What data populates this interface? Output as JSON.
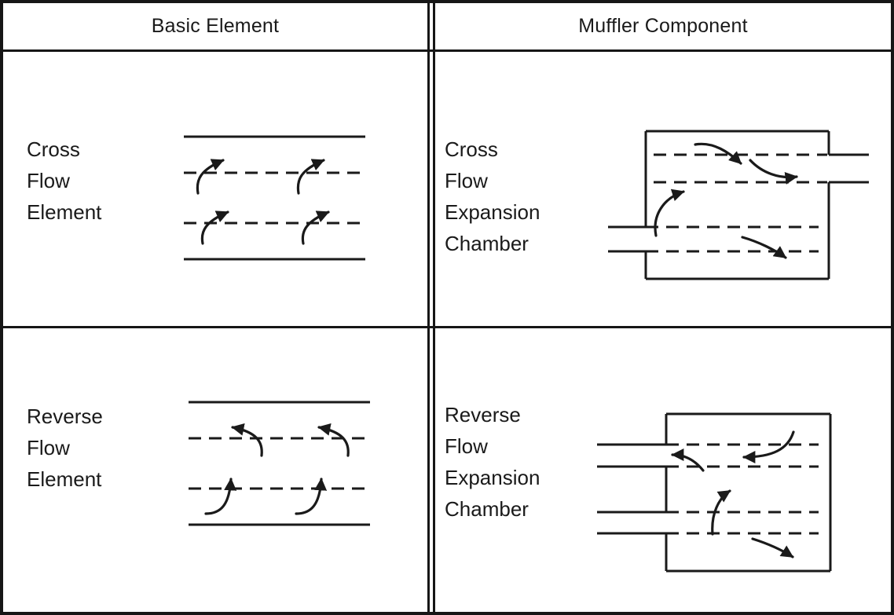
{
  "figure": {
    "headers": {
      "left": "Basic Element",
      "right": "Muffler Component"
    },
    "cells": {
      "basic_cross": {
        "lines": [
          "Cross",
          "Flow",
          "Element"
        ]
      },
      "muffler_cross": {
        "lines": [
          "Cross",
          "Flow",
          "Expansion",
          "Chamber"
        ]
      },
      "basic_reverse": {
        "lines": [
          "Reverse",
          "Flow",
          "Element"
        ]
      },
      "muffler_reverse": {
        "lines": [
          "Reverse",
          "Flow",
          "Expansion",
          "Chamber"
        ]
      }
    },
    "colors": {
      "ink": "#1a1a1a",
      "background": "#ffffff"
    },
    "icons": {
      "flow_arrow": "curved-flow-arrow",
      "perforated_tube_wall": "dashed-line",
      "solid_tube_wall": "solid-line",
      "expansion_chamber": "rectangle-outline"
    }
  }
}
